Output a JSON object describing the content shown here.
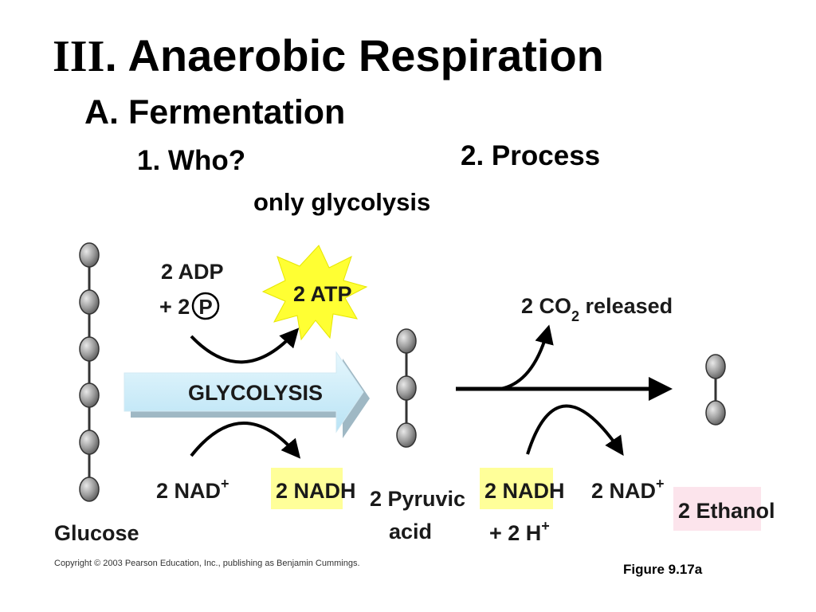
{
  "heading": {
    "roman": "III",
    "title_rest": ". Anaerobic Respiration",
    "sub_a": "A. Fermentation",
    "item1": "1. Who?",
    "item2": "2. Process",
    "note": "only glycolysis"
  },
  "diagram": {
    "glucose_label": "Glucose",
    "adp_line1": "2 ADP",
    "adp_line2": "+ 2",
    "phosphate_symbol": "P",
    "atp_label": "2 ATP",
    "glycolysis_label": "GLYCOLYSIS",
    "nad_left": "2 NAD",
    "nad_left_sup": "+",
    "nadh_left": "2 NADH",
    "pyruvic_line1": "2 Pyruvic",
    "pyruvic_line2": "acid",
    "co2_prefix": "2 CO",
    "co2_sub": "2",
    "co2_suffix": " released",
    "nadh_right": "2 NADH",
    "h_line_prefix": "+ 2 H",
    "h_line_sup": "+",
    "nad_right": "2 NAD",
    "nad_right_sup": "+",
    "ethanol_label": "2 Ethanol",
    "copyright": "Copyright © 2003 Pearson Education, Inc., publishing as Benjamin Cummings.",
    "figure_label": "Figure 9.17a",
    "colors": {
      "atp_burst": "#ffff33",
      "nadh_highlight": "#ffff99",
      "ethanol_highlight": "#fce4ec",
      "glycolysis_arrow": "#cdeefb",
      "molecule_gray": "#999999"
    }
  }
}
